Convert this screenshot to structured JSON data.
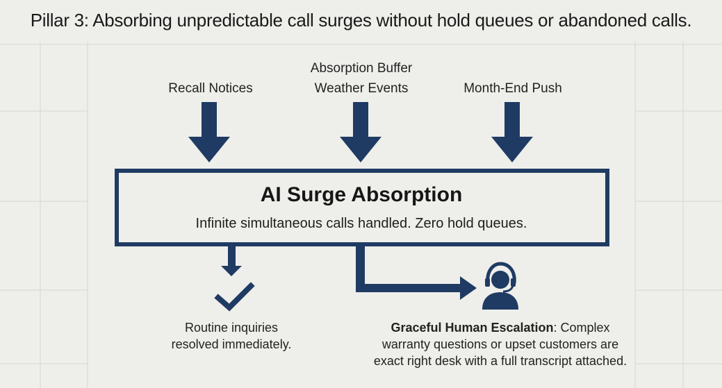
{
  "title": "Pillar 3: Absorbing unpredictable call surges without hold queues or abandoned calls.",
  "buffer_label": "Absorption Buffer",
  "sources": [
    {
      "label": "Recall Notices",
      "icon": "down-arrow-icon"
    },
    {
      "label": "Weather Events",
      "icon": "down-arrow-icon"
    },
    {
      "label": "Month-End Push",
      "icon": "down-arrow-icon"
    }
  ],
  "central_box": {
    "title": "AI Surge Absorption",
    "subtitle": "Infinite simultaneous calls handled. Zero hold queues."
  },
  "outcomes": {
    "routine": {
      "icon": "checkmark-icon",
      "line1": "Routine inquiries",
      "line2": "resolved immediately."
    },
    "escalation": {
      "icon": "headset-agent-icon",
      "heading": "Graceful Human Escalation",
      "line1_rest": ": Complex",
      "line2": "warranty questions or upset customers are",
      "line3": "exact right desk with a full transcript attached."
    }
  },
  "colors": {
    "accent": "#1f3b63",
    "background": "#eeeeea",
    "grid": "#d8d8d3"
  }
}
